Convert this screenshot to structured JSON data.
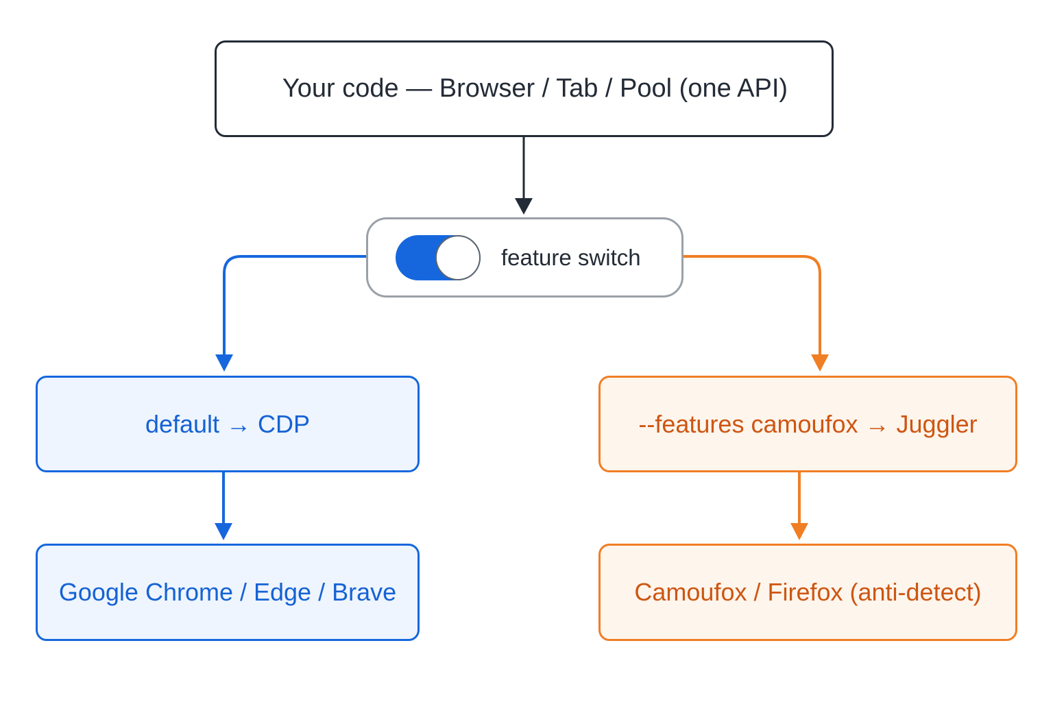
{
  "diagram": {
    "top_box": {
      "label": "Your code — Browser / Tab / Pool (one API)"
    },
    "switch_box": {
      "label": "feature switch",
      "toggle_state": "on"
    },
    "left_branch": {
      "box_1": "default → CDP",
      "box_2": "Google Chrome / Edge / Brave",
      "color": "#1667dd"
    },
    "right_branch": {
      "box_1": "--features camoufox → Juggler",
      "box_2": "Camoufox / Firefox (anti-detect)",
      "color": "#f07e24"
    },
    "edge_color": "#232b36"
  }
}
